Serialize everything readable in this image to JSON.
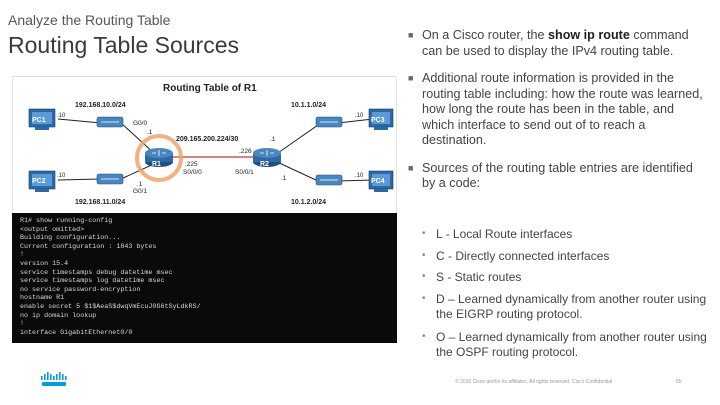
{
  "header": {
    "supertitle": "Analyze the Routing Table",
    "title": "Routing Table Sources"
  },
  "diagram": {
    "heading": "Routing Table of R1",
    "networks": {
      "n1": "192.168.10.0/24",
      "n2": "10.1.1.0/24",
      "n3": "209.165.200.224/30",
      "n4": "192.168.11.0/24",
      "n5": "10.1.2.0/24"
    },
    "hosts": {
      "pc1": "PC1",
      "pc2": "PC2",
      "pc3": "PC3",
      "pc4": "PC4"
    },
    "routers": {
      "r1": "R1",
      "r2": "R2"
    },
    "interfaces": {
      "g00": "G0/0",
      "g01": "G0/1",
      "s000": "S0/0/0",
      "s001": "S0/0/1"
    },
    "addresses": {
      "pc1": ".10",
      "pc2": ".10",
      "pc3": ".10",
      "pc4": ".10",
      "r1_g00": ".1",
      "r1_g01": ".1",
      "r2_left": ".1",
      "r2_right": ".1",
      "r1_serial": ".225",
      "r2_serial": ".226"
    }
  },
  "terminal": {
    "lines": [
      "R1# show running-config",
      "<output omitted>",
      "Building configuration...",
      "Current configuration : 1843 bytes",
      "!",
      "version 15.4",
      "service timestamps debug datetime msec",
      "service timestamps log datetime msec",
      "no service password-encryption",
      "hostname R1",
      "enable secret 5 $1$AeaS$dwqVmEcuJ0G6tSyLdkRS/",
      "no ip domain lookup",
      "!",
      "interface GigabitEthernet0/0"
    ]
  },
  "bullets": {
    "b1_pre": "On a Cisco router, the",
    "b1_bold": "show ip route",
    "b1_post": "command can be used to display the IPv4 routing table.",
    "b2": "Additional route information is provided in the routing table including: how the route was learned, how long the route has been in the table, and which interface to send out of to reach a destination.",
    "b3": "Sources of the routing table entries are identified by a code:",
    "codes": [
      "L - Local Route interfaces",
      "C - Directly connected interfaces",
      "S - Static routes",
      "D – Learned dynamically from another router using the EIGRP routing protocol.",
      "O – Learned dynamically from another router using the OSPF routing protocol."
    ]
  },
  "footer": {
    "copyright": "© 2016 Cisco and/or its affiliates. All rights reserved. Cisco Confidential",
    "page": "65"
  },
  "colors": {
    "router_blue": "#2c6aa6",
    "highlight_orange": "#f0a36a",
    "terminal_bg": "#0a0a0a",
    "cisco_blue": "#049fd9"
  }
}
